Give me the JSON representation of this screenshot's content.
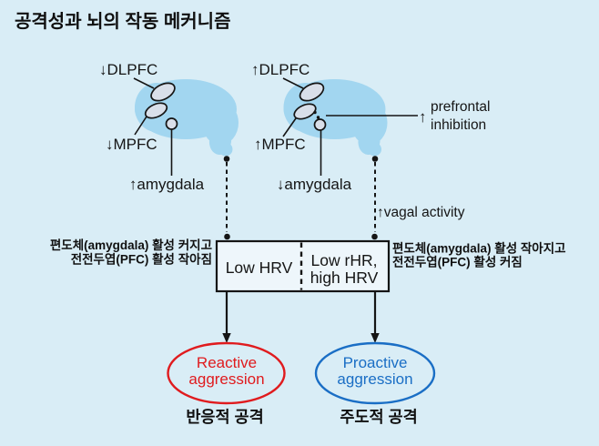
{
  "title": "공격성과 뇌의 작동 메커니즘",
  "colors": {
    "background": "#d9edf6",
    "brain_fill": "#a2d6f0",
    "region_fill": "#d9dfe9",
    "line_black": "#151515",
    "reactive_red": "#e01b1e",
    "proactive_blue": "#1a6ec5",
    "box_fill": "#eef6fb"
  },
  "brains": {
    "left": {
      "dlpfc": "↓DLPFC",
      "mpfc": "↓MPFC",
      "amygdala": "↑amygdala"
    },
    "right": {
      "dlpfc": "↑DLPFC",
      "mpfc": "↑MPFC",
      "amygdala": "↓amygdala",
      "inhibition_arrow": "↑",
      "inhibition_line1": "prefrontal",
      "inhibition_line2": "inhibition",
      "vagal": "↑vagal activity"
    }
  },
  "hrv_box": {
    "left_cell": "Low HRV",
    "right_cell_line1": "Low rHR,",
    "right_cell_line2": "high HRV"
  },
  "notes": {
    "left_line1": "편도체(amygdala) 활성 커지고",
    "left_line2": "전전두엽(PFC) 활성 작아짐",
    "right_line1": "편도체(amygdala) 활성 작아지고",
    "right_line2": "전전두엽(PFC) 활성 커짐"
  },
  "outcomes": {
    "reactive": {
      "en_line1": "Reactive",
      "en_line2": "aggression",
      "ko": "반응적 공격"
    },
    "proactive": {
      "en_line1": "Proactive",
      "en_line2": "aggression",
      "ko": "주도적 공격"
    }
  }
}
